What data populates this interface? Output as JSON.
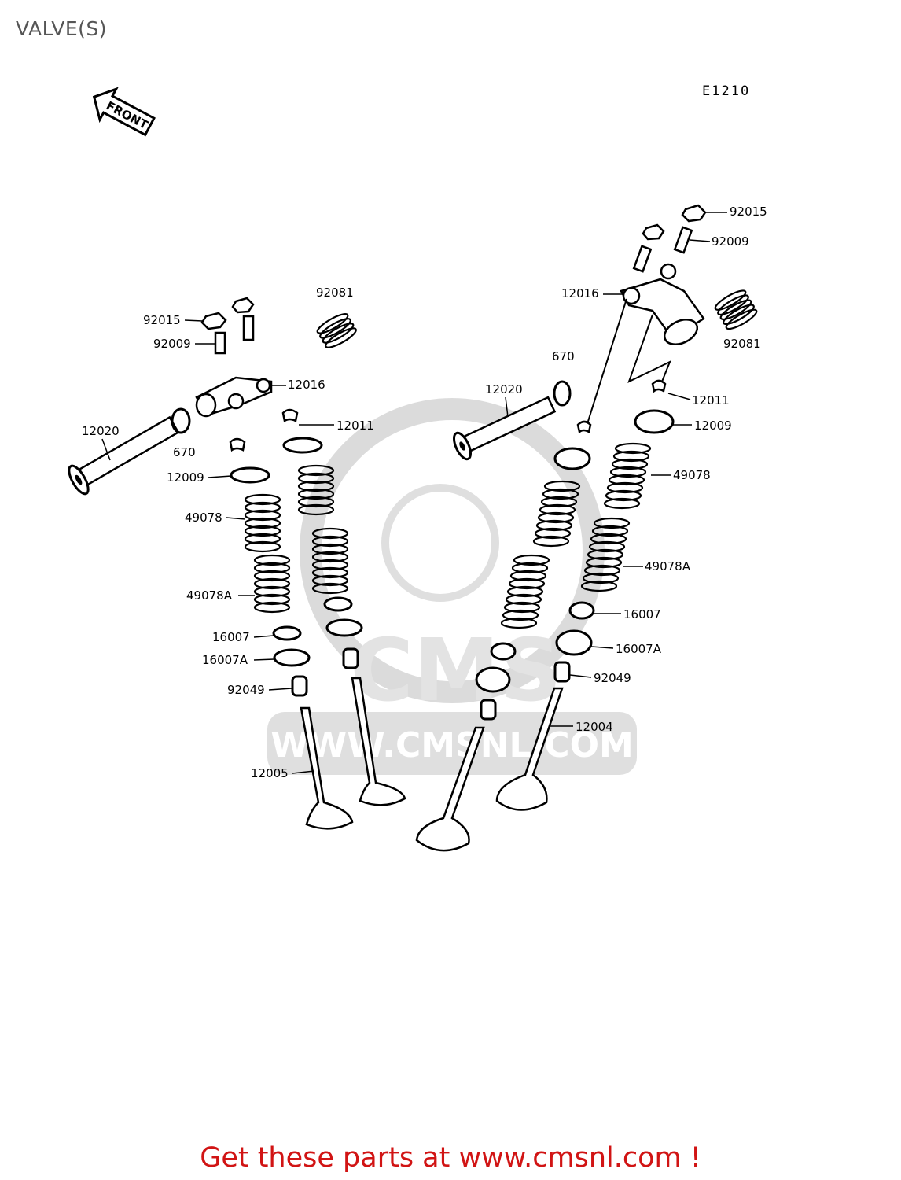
{
  "page": {
    "title": "VALVE(S)",
    "diagram_code": "E1210",
    "front_indicator": "FRONT",
    "footer_cta": "Get these parts at www.cmsnl.com !"
  },
  "watermark": {
    "brand": "CMS",
    "url": "WWW.CMSNL.COM"
  },
  "parts": {
    "p92015_l": "92015",
    "p92009_l": "92009",
    "p92081_l": "92081",
    "p12016_l": "12016",
    "p12011_l": "12011",
    "p12020_l": "12020",
    "p670_l": "670",
    "p12009_l": "12009",
    "p49078_l": "49078",
    "p49078A_l": "49078A",
    "p16007_l": "16007",
    "p16007A_l": "16007A",
    "p92049_l": "92049",
    "p12005_l": "12005",
    "p92015_r": "92015",
    "p92009_r": "92009",
    "p92081_r": "92081",
    "p12016_r": "12016",
    "p670_r": "670",
    "p12020_r": "12020",
    "p12011_r": "12011",
    "p12009_r": "12009",
    "p49078_r": "49078",
    "p49078A_r": "49078A",
    "p16007_r": "16007",
    "p16007A_r": "16007A",
    "p92049_r": "92049",
    "p12004_r": "12004"
  },
  "colors": {
    "footer": "#d11414",
    "watermark": "#d4d4d4",
    "line": "#000000"
  }
}
